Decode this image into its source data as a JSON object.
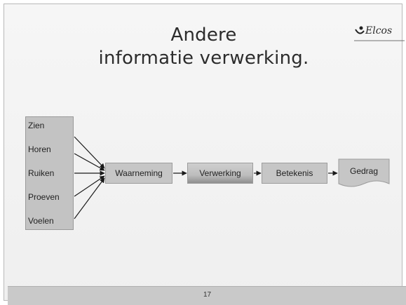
{
  "slide": {
    "title_line1": "Andere",
    "title_line2": "informatie verwerking.",
    "logo_text": "Elcos",
    "page_number": "17"
  },
  "diagram": {
    "senses": [
      "Zien",
      "Horen",
      "Ruiken",
      "Proeven",
      "Voelen"
    ],
    "steps": [
      "Waarneming",
      "Verwerking",
      "Betekenis"
    ],
    "end": "Gedrag"
  },
  "colors": {
    "box_fill": "#c6c6c6",
    "arrow": "#1a1a1a"
  }
}
